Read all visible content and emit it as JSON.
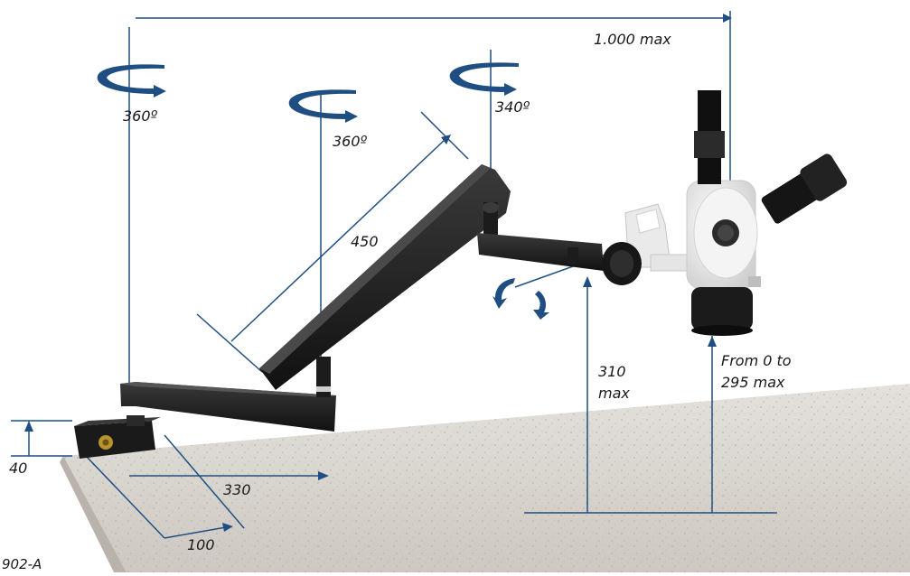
{
  "colors": {
    "accent": "#1f4f82",
    "arm": "#1d1d1d",
    "table": "#d6d2cc",
    "microscope_body": "#f2f2f2"
  },
  "labels": {
    "reach": "1.000 max",
    "rotation_base": "360º",
    "rotation_middle": "360º",
    "rotation_top": "340º",
    "arm_length": "450",
    "height_310": "310",
    "height_310_unit": "max",
    "height_range_line1": "From 0 to",
    "height_range_line2": "295 max",
    "clamp_height": "40",
    "base_depth": "330",
    "base_width": "100",
    "model_code": "902-A"
  }
}
